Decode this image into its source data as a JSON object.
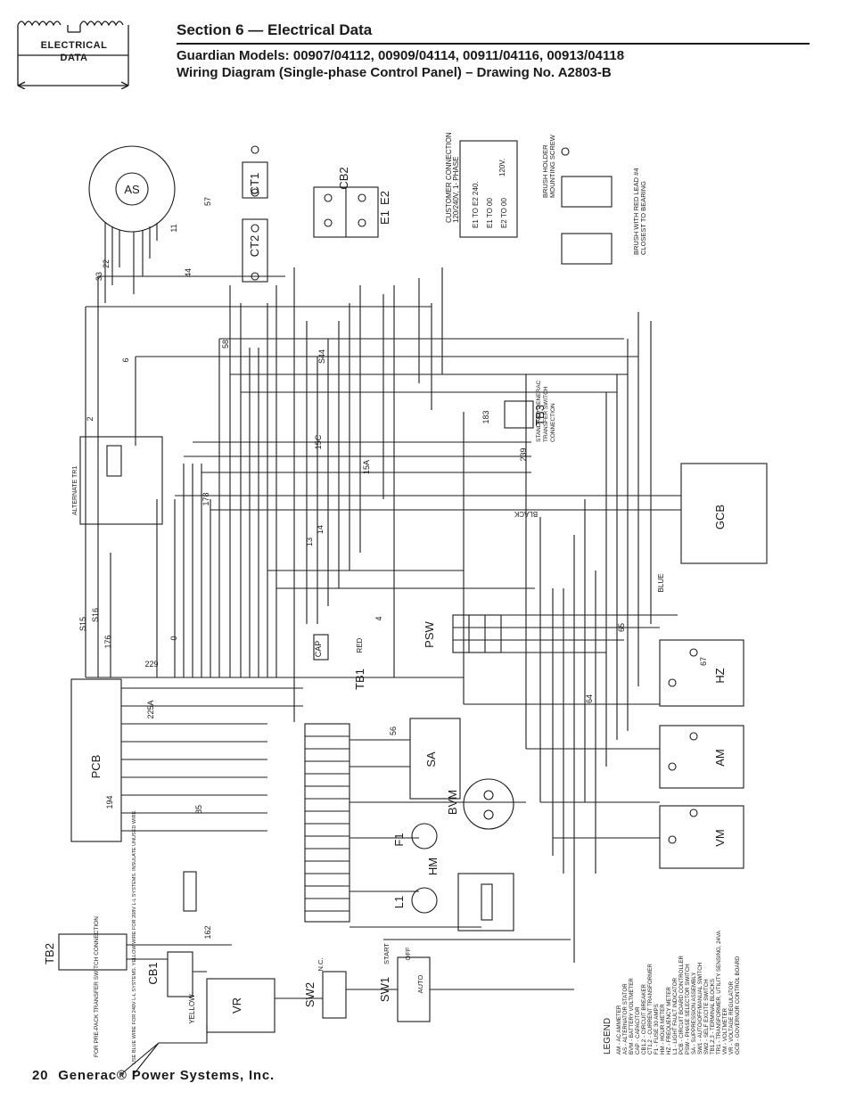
{
  "logo": {
    "label_line1": "ELECTRICAL",
    "label_line2": "DATA"
  },
  "header": {
    "section_title": "Section 6 — Electrical Data",
    "models": "Guardian Models: 00907/04112, 00909/04114, 00911/04116, 00913/04118",
    "drawing": "Wiring Diagram (Single-phase Control Panel) – Drawing No. A2803-B"
  },
  "footer": {
    "page_number": "20",
    "company": "Generac® Power Systems, Inc."
  },
  "components": {
    "as": "AS",
    "ct1": "CT1",
    "ct2": "CT2",
    "cb2": "CB2",
    "e1": "E1",
    "e2": "E2",
    "gcb": "GCB",
    "pcb": "PCB",
    "psw": "PSW",
    "hz": "HZ",
    "am": "AM",
    "vm": "VM",
    "sa": "SA",
    "bvm": "BVM",
    "hm": "HM",
    "f1": "F1",
    "l1": "L1",
    "tb1": "TB1",
    "tb2": "TB2",
    "tb3": "TB3",
    "cap": "CAP",
    "vr": "VR",
    "sw1": "SW1",
    "sw2": "SW2",
    "cb1": "CB1"
  },
  "customer_connection": {
    "title": "CUSTOMER CONNECTION",
    "subtitle": "120/240V, 1- PHASE",
    "rows": [
      "E1 TO E2   240.",
      "E1 TO 00",
      "E2 TO 00"
    ],
    "voltage": "120V."
  },
  "brush": {
    "holder": "BRUSH HOLDER",
    "screw": "MOUNTING SCREW",
    "red_lead": "BRUSH WITH RED LEAD #4",
    "closest": "CLOSEST TO BEARING"
  },
  "tb3_note": [
    "STANDARD GENERAC",
    "TRANSFER SWITCH",
    "CONNECTION"
  ],
  "alternate_tr1": "ALTERNATE TR1",
  "notes": {
    "prepack": "FOR PRE-PACK TRANSFER SWITCH CONNECTION",
    "blue_wire": "USE BLUE WIRE FOR 240V L-L SYSTEMS. YELLOW WIRE FOR 208V L-L SYSTEMS. INSULATE UNUSED WIRE."
  },
  "legend": {
    "title": "LEGEND",
    "items": [
      "AM - AC AMMETER",
      "AS - ALTERNATOR STATOR",
      "BVM - BATTERY VOLTMETER",
      "CAP - CAPACITOR",
      "CB1,2 - CIRCUIT BREAKER",
      "CT1,2 - CURRENT TRANSFORMER",
      "F1 - FUSE 30 AMPS",
      "HM - HOUR METER",
      "HZ - FREQUENCY METER",
      "L1 - LIGHT FAULT INDICATOR",
      "PCB - CIRCUIT BOARD CONTROLLER",
      "PSW - PHASE SELECTOR SWITCH",
      "SA - SUPPRESSION ASSEMBLY",
      "SW1 - AUTO/OFF/MANUAL SWITCH",
      "SW2 - SELF EXCITE SWITCH",
      "TB1,2,3 - TERMINAL BLOCKS",
      "TR1 - TRANSFORMER, UTILITY SENSING, 24VA",
      "VM - VOLTMETER",
      "VR - VOLTAGE REGULATOR",
      "GCB - GOVERNOR CONTROL BOARD"
    ]
  },
  "wires": [
    "S15",
    "S16",
    "S44",
    "15A",
    "15C",
    "176",
    "178",
    "239",
    "229",
    "225A",
    "13",
    "14",
    "0",
    "2",
    "4",
    "6",
    "11",
    "22",
    "33",
    "44",
    "56",
    "57",
    "58",
    "64",
    "65",
    "67",
    "85",
    "162",
    "183",
    "194"
  ],
  "wire_colors": {
    "red": "RED",
    "black": "BLACK",
    "blue": "BLUE",
    "yellow": "YELLOW"
  },
  "sw1_positions": {
    "start": "START",
    "off": "OFF",
    "auto": "AUTO"
  },
  "nc": "N.C."
}
